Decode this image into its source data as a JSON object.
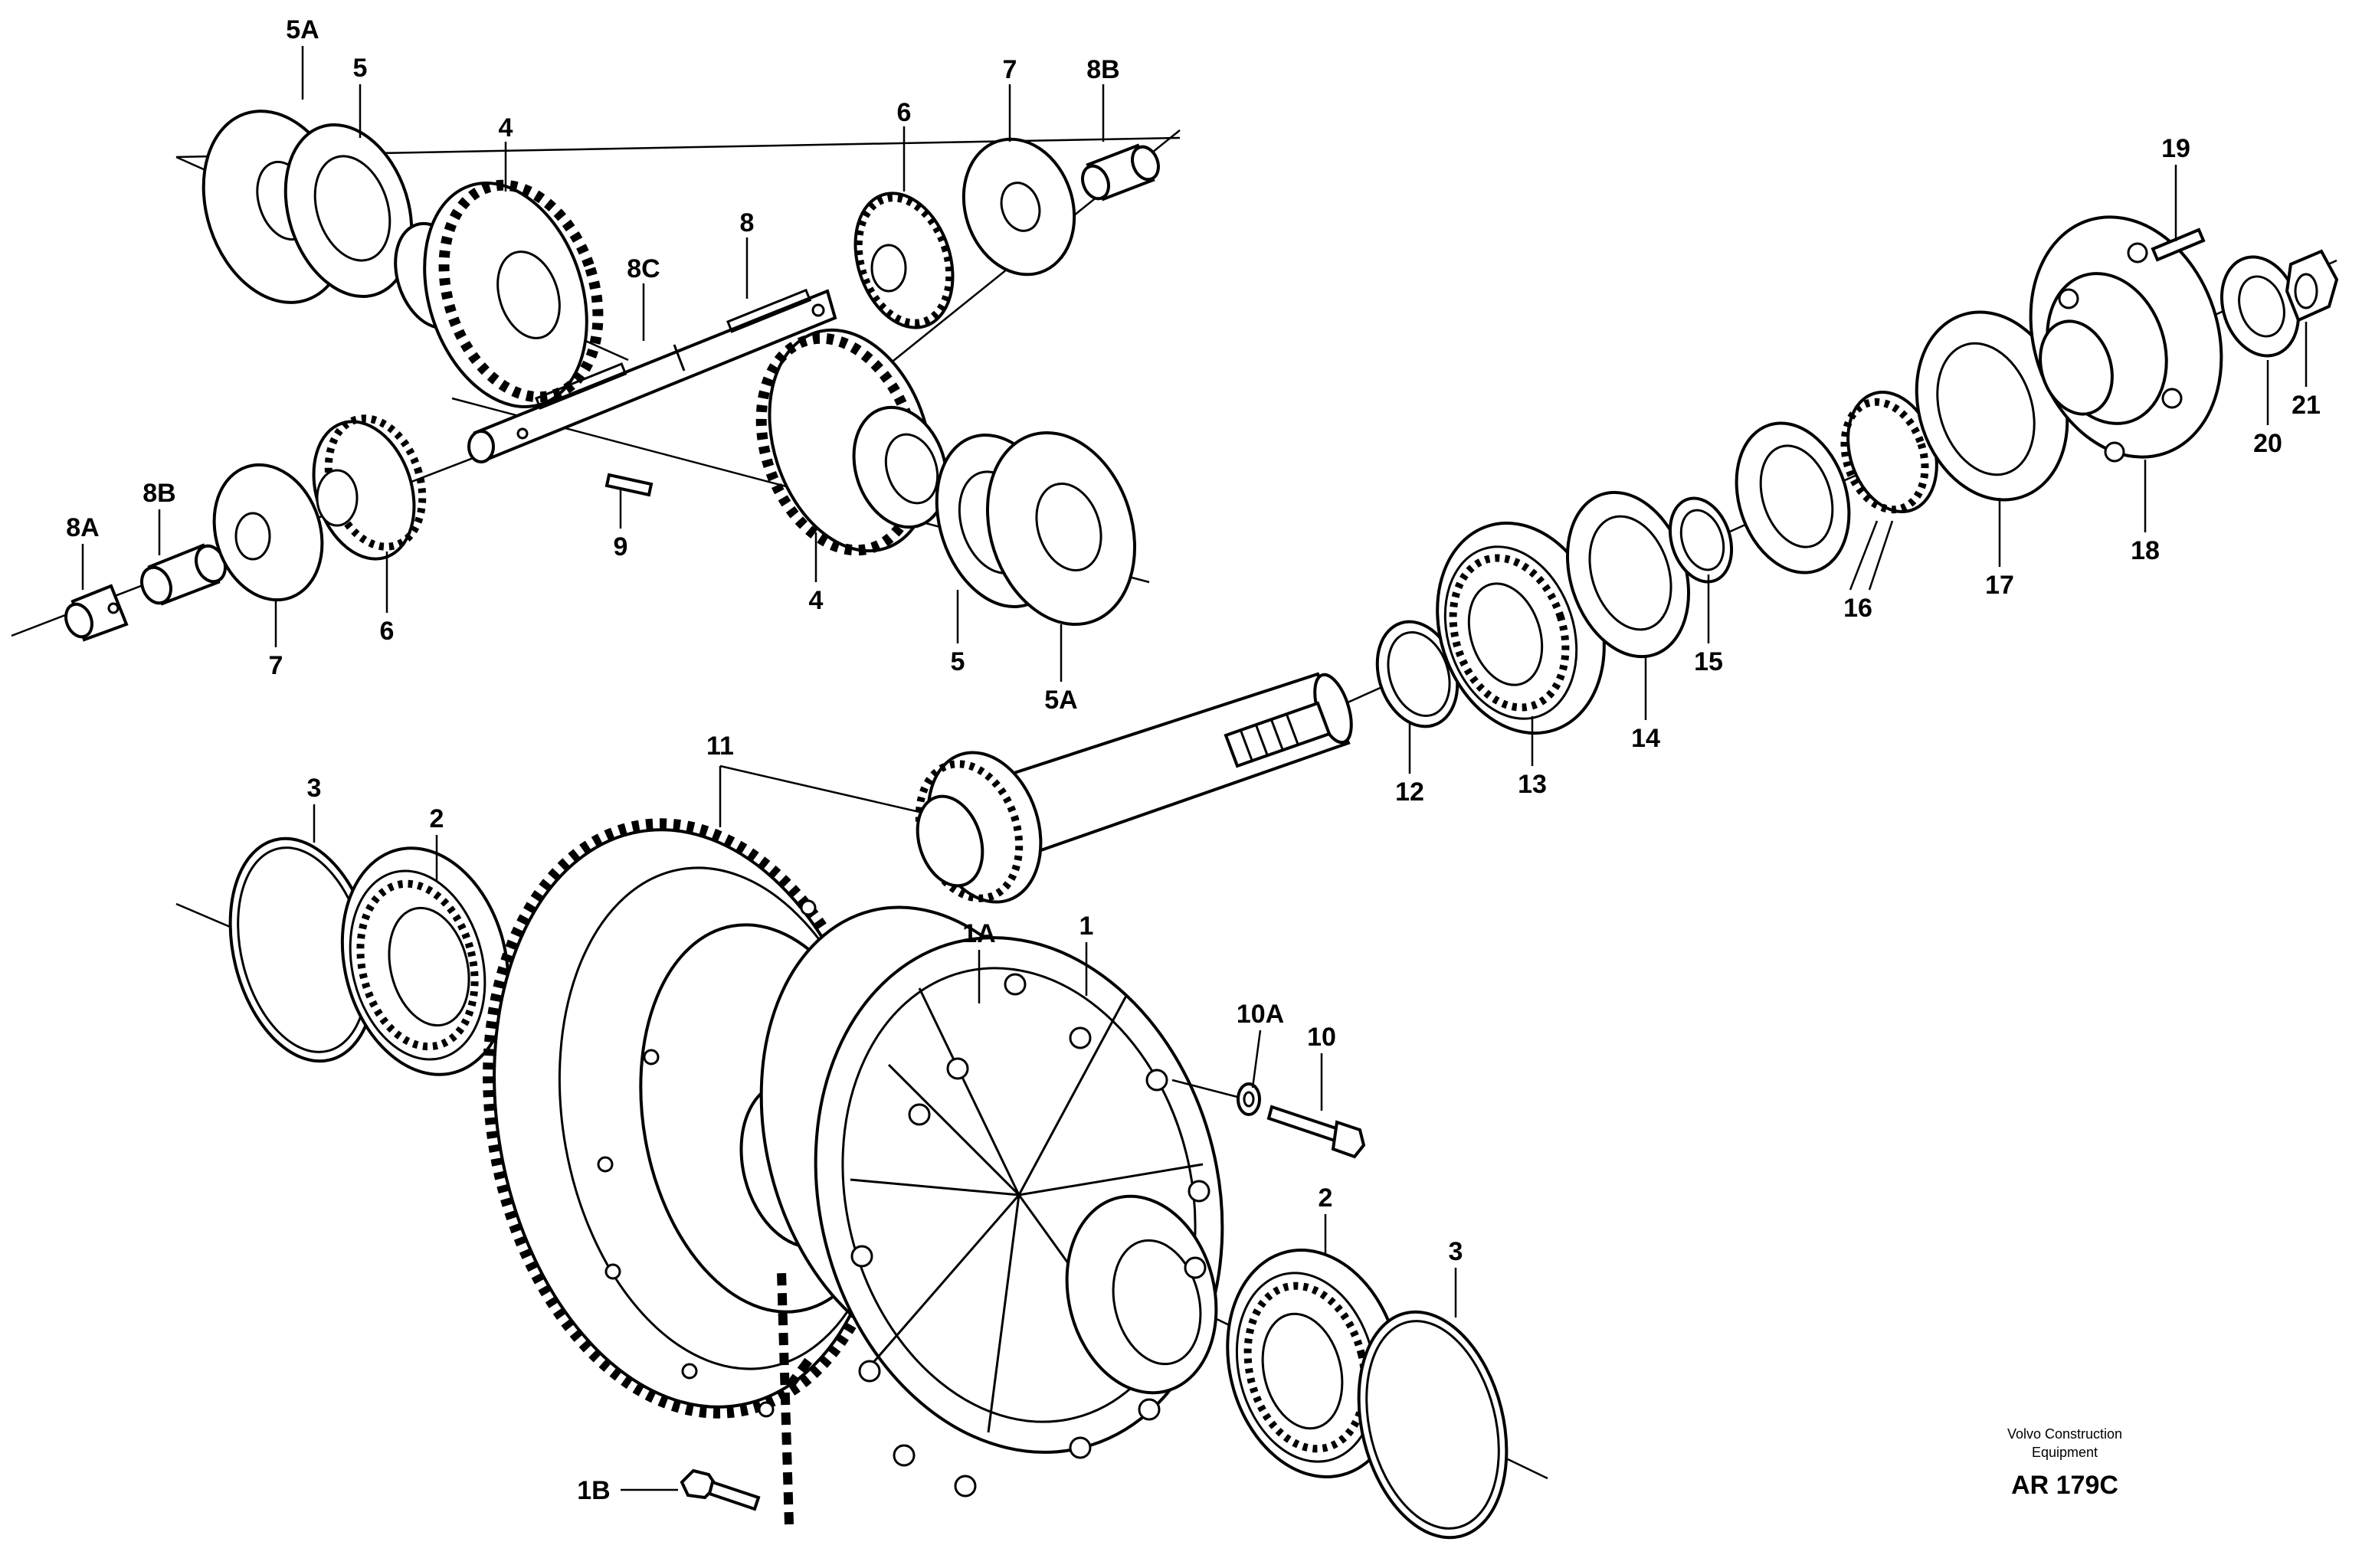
{
  "credit": {
    "line1": "Volvo Construction",
    "line2": "Equipment",
    "code": "AR 179C"
  },
  "callouts": {
    "c5A_top": "5A",
    "c5_top": "5",
    "c4_top": "4",
    "c8C": "8C",
    "c8": "8",
    "c6_top": "6",
    "c7_top": "7",
    "c8B_top": "8B",
    "c8A": "8A",
    "c8B_left": "8B",
    "c7_bottom": "7",
    "c6_bottom": "6",
    "c9": "9",
    "c4_bottom": "4",
    "c5_bottom": "5",
    "c5A_bottom": "5A",
    "c19": "19",
    "c21": "21",
    "c20": "20",
    "c18": "18",
    "c17": "17",
    "c16": "16",
    "c15": "15",
    "c14": "14",
    "c13": "13",
    "c12": "12",
    "c11": "11",
    "c3_left": "3",
    "c2_left": "2",
    "c1A": "1A",
    "c1": "1",
    "c10A": "10A",
    "c10": "10",
    "c2_right": "2",
    "c3_right": "3",
    "c1B": "1B"
  }
}
